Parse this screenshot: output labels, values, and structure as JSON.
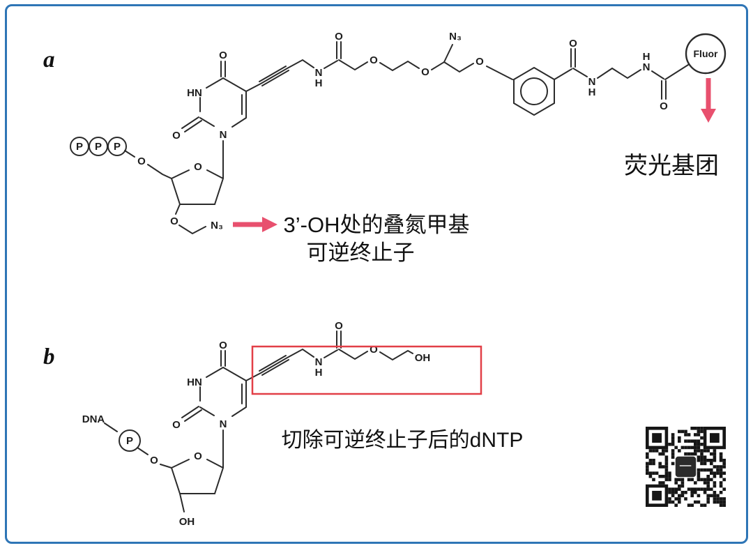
{
  "frame": {
    "border_color": "#2e75b6",
    "background": "#ffffff"
  },
  "accent": {
    "arrow_color": "#e8506e",
    "box_color": "#e23f47"
  },
  "icons": {
    "qr_code": "qr-code-pattern",
    "down_arrow": "arrow-down",
    "right_arrow": "arrow-right"
  },
  "panel_a": {
    "label": "a",
    "atoms": {
      "p1": "P",
      "p2": "P",
      "p3": "P",
      "o5": "O",
      "ring_o": "O",
      "o3": "O",
      "azide_3prime": "N₃",
      "base_o4": "O",
      "base_hn": "HN",
      "base_o2": "O",
      "base_n1": "N",
      "linker_n": "N",
      "linker_h": "H",
      "amide1_o": "O",
      "ether_o1": "O",
      "ether_o2": "O",
      "azide_top": "N₃",
      "ether_o3": "O",
      "benzamide_o": "O",
      "benzamide_n": "N",
      "benzamide_h": "H",
      "amine_n": "N",
      "amine_h": "H",
      "amide2_o": "O",
      "fluor": "Fluor"
    },
    "annotations": {
      "fluor_label": "荧光基团",
      "terminator_line1": "3’-OH处的叠氮甲基",
      "terminator_line2": "可逆终止子"
    }
  },
  "panel_b": {
    "label": "b",
    "atoms": {
      "dna": "DNA",
      "p": "P",
      "o5": "O",
      "ring_o": "O",
      "base_o4": "O",
      "base_hn": "HN",
      "base_o2": "O",
      "base_n1": "N",
      "linker_n": "N",
      "linker_h": "H",
      "amide_o": "O",
      "ether_o": "O",
      "terminal_oh": "OH",
      "oh_3prime": "OH"
    },
    "annotation": "切除可逆终止子后的dNTP"
  }
}
